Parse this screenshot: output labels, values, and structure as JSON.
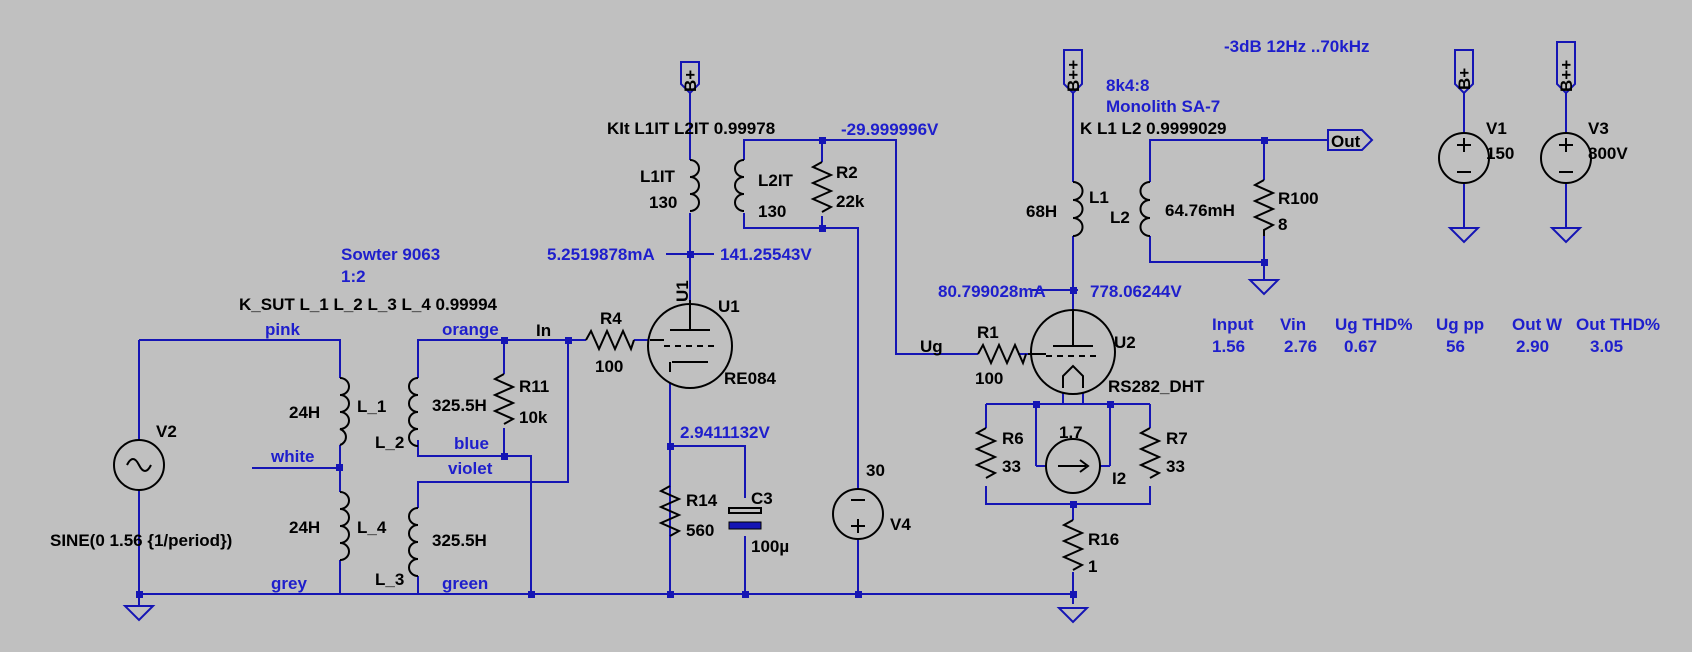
{
  "bandwidth": "-3dB   12Hz ..70kHz",
  "coupling": {
    "k_it": "KIt L1IT L2IT 0.99978",
    "k_sut": "K_SUT L_1 L_2 L_3 L_4 0.99994",
    "k_out": "K L1 L2 0.9999029"
  },
  "input_transformer": {
    "name": "Sowter 9063",
    "ratio": "1:2"
  },
  "output_transformer": {
    "ratio": "8k4:8",
    "name": "Monolith SA-7"
  },
  "wire_colors": {
    "pink": "pink",
    "white": "white",
    "grey": "grey",
    "orange": "orange",
    "blue": "blue",
    "violet": "violet",
    "green": "green"
  },
  "nets": {
    "in": "In",
    "ug": "Ug",
    "out": "Out",
    "bplus1": "B+",
    "bplus2": "B++",
    "bplus3": "B+",
    "bplus4": "B++"
  },
  "measurements": {
    "i_u1": "5.2519878mA",
    "v_u1": "141.25543V",
    "v_r2": "-29.999996V",
    "v_cathode": "2.9411132V",
    "i_u2": "80.799028mA",
    "v_u2": "778.06244V"
  },
  "components": {
    "V2": {
      "ref": "V2",
      "value": "SINE(0 1.56 {1/period})"
    },
    "L_1": {
      "ref": "L_1",
      "value": "24H"
    },
    "L_4": {
      "ref": "L_4",
      "value": "24H"
    },
    "L_2": {
      "ref": "L_2",
      "value": "325.5H"
    },
    "L_3": {
      "ref": "L_3",
      "value": "325.5H"
    },
    "R11": {
      "ref": "R11",
      "value": "10k"
    },
    "R4": {
      "ref": "R4",
      "value": "100"
    },
    "U1": {
      "ref": "U1",
      "value": "RE084"
    },
    "L1IT": {
      "ref": "L1IT",
      "value": "130"
    },
    "L2IT": {
      "ref": "L2IT",
      "value": "130"
    },
    "R2": {
      "ref": "R2",
      "value": "22k"
    },
    "R14": {
      "ref": "R14",
      "value": "560"
    },
    "C3": {
      "ref": "C3",
      "value": "100µ"
    },
    "V4": {
      "ref": "V4",
      "value": "30"
    },
    "R1": {
      "ref": "R1",
      "value": "100"
    },
    "U2": {
      "ref": "U2",
      "value": "RS282_DHT"
    },
    "I2": {
      "ref": "I2",
      "value": "1.7"
    },
    "R6": {
      "ref": "R6",
      "value": "33"
    },
    "R7": {
      "ref": "R7",
      "value": "33"
    },
    "R16": {
      "ref": "R16",
      "value": "1"
    },
    "L1": {
      "ref": "L1",
      "value": "68H"
    },
    "L2": {
      "ref": "L2",
      "value": "64.76mH"
    },
    "R100": {
      "ref": "R100",
      "value": "8"
    },
    "V1": {
      "ref": "V1",
      "value": "150"
    },
    "V3": {
      "ref": "V3",
      "value": "800V"
    }
  },
  "results": {
    "headers": [
      "Input",
      "Vin",
      "Ug THD%",
      "Ug pp",
      "Out W",
      "Out THD%"
    ],
    "values": [
      "1.56",
      "2.76",
      "0.67",
      "56",
      "2.90",
      "3.05"
    ]
  }
}
